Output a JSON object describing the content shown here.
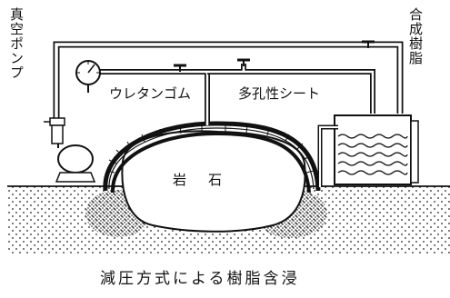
{
  "labels": {
    "vacuum_pump": "真空ポンプ",
    "synthetic_resin": "合成樹脂",
    "urethane_rubber": "ウレタンゴム",
    "porous_sheet": "多孔性シート",
    "rock": "岩石"
  },
  "caption": "減圧方式による樹脂含浸"
}
